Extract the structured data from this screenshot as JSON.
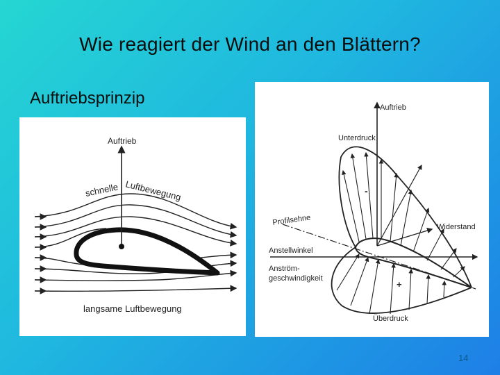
{
  "slide": {
    "title": "Wie reagiert der Wind an den Blättern?",
    "subtitle": "Auftriebsprinzip",
    "page_number": "14"
  },
  "left_diagram": {
    "lift": "Auftrieb",
    "fast_air_1": "schnelle",
    "fast_air_2": "Luftbewegung",
    "slow_air": "langsame Luftbewegung"
  },
  "right_diagram": {
    "lift": "Auftrieb",
    "low_pressure": "Unterdruck",
    "minus_sign": "-",
    "chord": "Profilsehne",
    "drag": "Widerstand",
    "angle_of_attack": "Anstellwinkel",
    "inflow_1": "Anström-",
    "inflow_2": "geschwindigkeit",
    "plus_sign": "+",
    "high_pressure": "Überdruck"
  },
  "colors": {
    "bg_start": "#25d6d2",
    "bg_end": "#1e7fe6",
    "ink": "#222222"
  }
}
